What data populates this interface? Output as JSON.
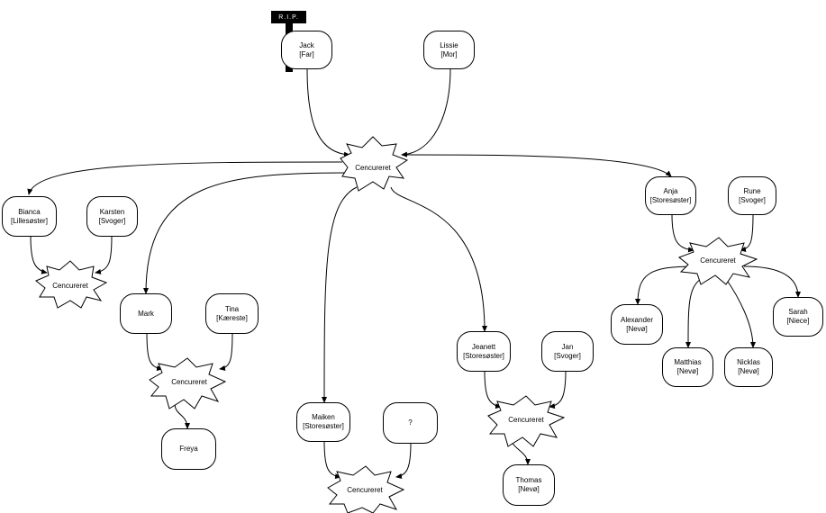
{
  "diagram": {
    "rip_label": "R.I.P.",
    "people": {
      "jack": {
        "name": "Jack",
        "role": "[Far]"
      },
      "lissie": {
        "name": "Lissie",
        "role": "[Mor]"
      },
      "bianca": {
        "name": "Bianca",
        "role": "[Lillesøster]"
      },
      "karsten": {
        "name": "Karsten",
        "role": "[Svoger]"
      },
      "anja": {
        "name": "Anja",
        "role": "[Storesøster]"
      },
      "rune": {
        "name": "Rune",
        "role": "[Svoger]"
      },
      "mark": {
        "name": "Mark",
        "role": ""
      },
      "tina": {
        "name": "Tina",
        "role": "[Kæreste]"
      },
      "freya": {
        "name": "Freya",
        "role": ""
      },
      "maiken": {
        "name": "Maiken",
        "role": "[Storesøster]"
      },
      "unknown": {
        "name": "?",
        "role": ""
      },
      "jeanett": {
        "name": "Jeanett",
        "role": "[Storesøster]"
      },
      "jan": {
        "name": "Jan",
        "role": "[Svoger]"
      },
      "thomas": {
        "name": "Thomas",
        "role": "[Nevø]"
      },
      "alexander": {
        "name": "Alexander",
        "role": "[Nevø]"
      },
      "matthias": {
        "name": "Matthias",
        "role": "[Nevø]"
      },
      "nicklas": {
        "name": "Nicklas",
        "role": "[Nevø]"
      },
      "sarah": {
        "name": "Sarah",
        "role": "[Niece]"
      }
    },
    "unions": {
      "parents": "Cencureret",
      "bianca_karsten": "Cencureret",
      "anja_rune": "Cencureret",
      "mark_tina": "Cencureret",
      "maiken": "Cencureret",
      "jeanett_jan": "Cencureret"
    }
  }
}
